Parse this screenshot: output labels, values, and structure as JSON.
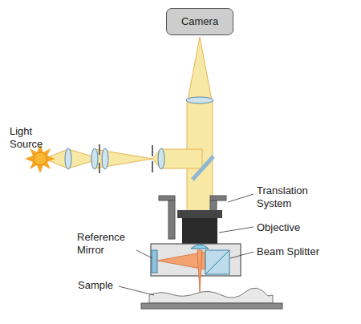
{
  "diagram": {
    "nodes": [
      {
        "text": [
          "Camera"
        ]
      }
    ],
    "labels": [
      "Light Source",
      "Translation System",
      "Objective",
      "Reference Mirror",
      "Beam Splitter",
      "Sample"
    ]
  }
}
